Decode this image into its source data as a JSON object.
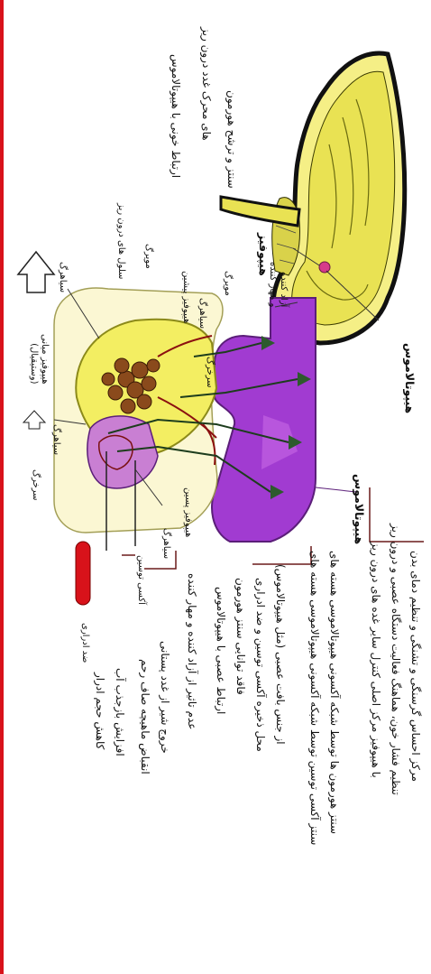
{
  "diagram": {
    "labels": {
      "hypothalamus_top": "هیپوتالاموس",
      "hypophysis_top": "هیپوفیز",
      "hypothalamus_mid": "هیپوتالاموس",
      "releasing_inhibiting": "آزاد کننده\nو مهار کننده",
      "vein": "سیاهرگ",
      "artery_a": "سرخرگ",
      "anterior_pituitary": "هیپوفیز پیشین",
      "capillary_a": "مویرگ",
      "capillary_b": "مویرگ",
      "endocrine_cells": "سلول های درون ریز",
      "posterior_pituitary": "هیپوفیز پسین",
      "intermediate_pituitary": "هیپوفیز میانی\n(وستیقیال)",
      "vein_bottom": "سیاهرگ",
      "vein_b": "سیاهرگ",
      "artery_b": "سرخرگ"
    },
    "notes": {
      "anterior_lines": [
        "سنتز و ترشح هورمون",
        "های محرک غدد درون ریز",
        "ارتباط خونی با هیپوتالاموس"
      ],
      "hypothalamus_lines": [
        "مرکز احساس گرسنگی و تشنگی و تنظیم دمای بدن",
        "تنظیم فشار خون، هماهنگ فعالیت دستگاه عصبی و درون ریز",
        "با هیپوفیز مرکز اصلی کنترل سایر غده های درون ریز",
        "سنتز هورمون ها توسط شبکه آکسونی هیپوتالاموسی هسته های",
        "سنتز آکسی توسین توسط شبکه آکسونی هیپوتالاموسی هسته های"
      ],
      "posterior_lines": [
        "از جنس بافت عصبی (مثل هیپوتالاموس)",
        "محل ذخیره آکسی توسین و ضد ادراری",
        "فاقد توانایی سنتز هورمون",
        "ارتباط عصبی با هیپوتالاموس",
        "عدم تاثیر از آزاد کننده و مهار کننده"
      ],
      "effects_lines": [
        "خروج شیر از غدد پستانی",
        "انقباض ماهیچه صاف رحم",
        "افزایش بازجذب آب",
        "کاهش حجم ادرار"
      ],
      "oxytocin_label": "آکسی توسین",
      "antidiuretic_label": "ضد ادراری"
    },
    "colors": {
      "purple": "#a13bd1",
      "yellow": "#f3ee62",
      "cream": "#fbf7cf",
      "brown": "#5a2a12",
      "green_neuron": "#2d5a2d",
      "red_pipe": "#d8121a"
    }
  }
}
